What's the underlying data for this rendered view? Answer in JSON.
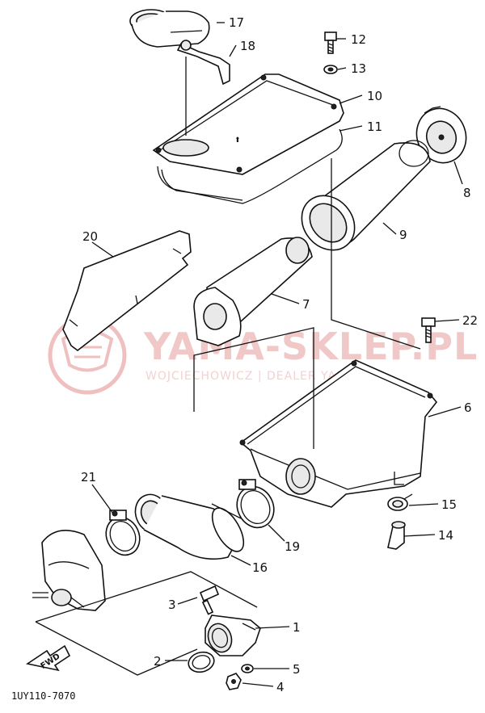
{
  "watermark": {
    "title": "YAMA-SKLEP.PL",
    "subtitle": "WOJCIECHOWICZ | DEALER YAMAHA"
  },
  "diagram_code": "1UY110-7070",
  "fwd_label": "FWD",
  "callouts": {
    "p1": "1",
    "p2": "2",
    "p3": "3",
    "p4": "4",
    "p5": "5",
    "p6": "6",
    "p7": "7",
    "p8": "8",
    "p9": "9",
    "p10": "10",
    "p11": "11",
    "p12": "12",
    "p13": "13",
    "p14": "14",
    "p15": "15",
    "p16": "16",
    "p17": "17",
    "p18": "18",
    "p19": "19",
    "p20": "20",
    "p21": "21",
    "p22": "22"
  }
}
